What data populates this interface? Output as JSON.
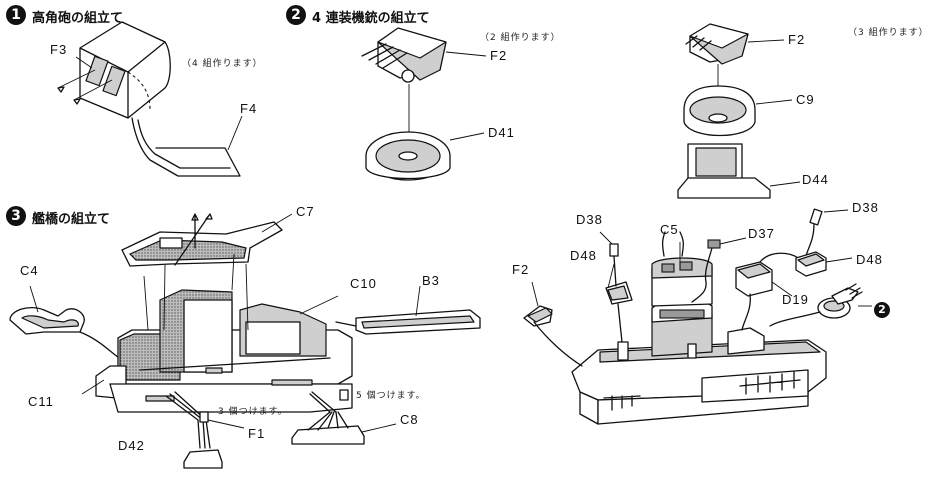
{
  "steps": [
    {
      "number": "1",
      "title": "高角砲の組立て",
      "note": "（4 組作ります）"
    },
    {
      "number": "2",
      "title": "4 連装機銃の組立て",
      "note": "（2 組作ります）"
    },
    {
      "number": "3",
      "title": "艦橋の組立て"
    }
  ],
  "right_note": "（3 組作ります）",
  "labels": {
    "F3": "F3",
    "F4": "F4",
    "F2_a": "F2",
    "D41": "D41",
    "F2_b": "F2",
    "C9": "C9",
    "D44": "D44",
    "C7": "C7",
    "C4": "C4",
    "C10": "C10",
    "B3": "B3",
    "C11": "C11",
    "F1": "F1",
    "C8": "C8",
    "D42": "D42",
    "D38_a": "D38",
    "C5": "C5",
    "D37": "D37",
    "D38_b": "D38",
    "D48_a": "D48",
    "D48_b": "D48",
    "F2_c": "F2",
    "D19": "D19"
  },
  "notes": {
    "three_pieces": "3 個つけます。",
    "five_pieces": "5 個つけます。"
  },
  "step2_ref_badge": "2"
}
